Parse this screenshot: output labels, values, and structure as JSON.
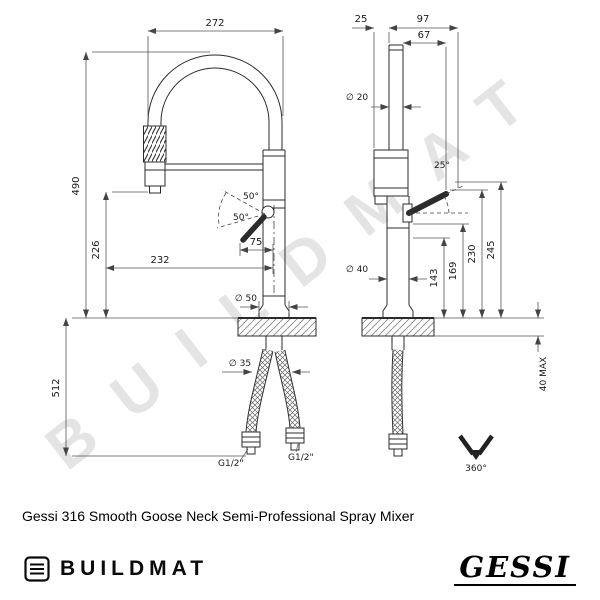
{
  "watermark": "BUILDMAT",
  "caption": "Gessi 316 Smooth Goose Neck Semi-Professional Spray Mixer",
  "footer": {
    "brand": "BUILDMAT",
    "maker_logo": "GESSI"
  },
  "dims": {
    "front": {
      "w272": "272",
      "h490": "490",
      "h226": "226",
      "h512": "512",
      "w232": "232",
      "w75": "75",
      "angle1": "50°",
      "angle2": "50°",
      "dia50": "∅ 50",
      "dia35": "∅ 35",
      "g_left": "G1/2\"",
      "g_right": "G1/2\""
    },
    "side": {
      "d25": "25",
      "d97": "97",
      "d67": "67",
      "dia20": "∅ 20",
      "angle": "25°",
      "h245": "245",
      "h230": "230",
      "h169": "169",
      "h143": "143",
      "dia40": "∅ 40",
      "max": "40 MAX",
      "swivel": "360°"
    }
  }
}
